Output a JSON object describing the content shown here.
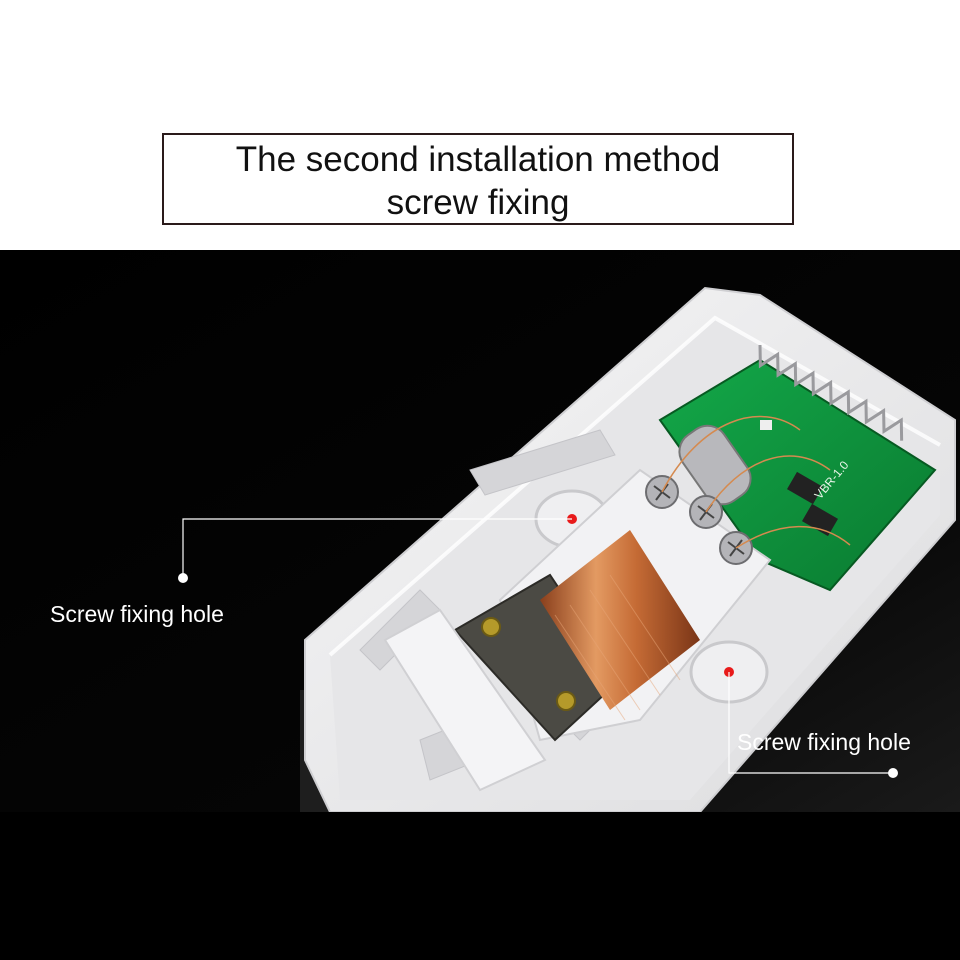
{
  "title": {
    "line1": "The second installation method",
    "line2": "screw fixing"
  },
  "callouts": [
    {
      "label": "Screw fixing hole",
      "side": "left"
    },
    {
      "label": "Screw fixing hole",
      "side": "right"
    }
  ],
  "pcb_marking": "VBR-1.0",
  "colors": {
    "background_top": "#ffffff",
    "background_photo": "#000000",
    "housing": "#eeeeef",
    "pcb_green": "#0f9a3c",
    "coil_copper": "#c8733d",
    "hole_marker": "#e81a1a",
    "callout_text": "#ffffff"
  }
}
